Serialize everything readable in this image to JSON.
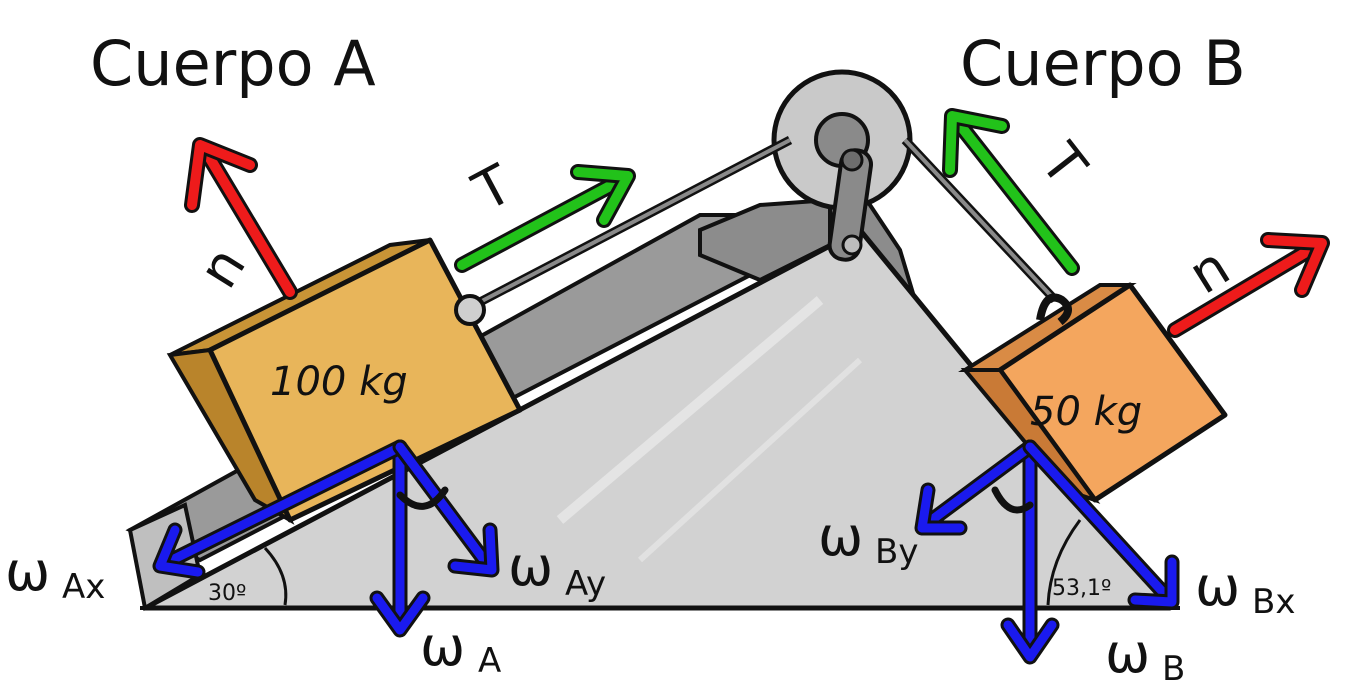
{
  "body_a": {
    "title": "Cuerpo A",
    "mass": "100 kg",
    "angle": "30º"
  },
  "body_b": {
    "title": "Cuerpo B",
    "mass": "50 kg",
    "angle": "53,1º"
  },
  "labels": {
    "tension": "T",
    "normal": "n",
    "weight": "ω",
    "sub_a": "A",
    "sub_ax": "Ax",
    "sub_ay": "Ay",
    "sub_b": "B",
    "sub_bx": "Bx",
    "sub_by": "By"
  },
  "colors": {
    "tension_arrow": "#22c21a",
    "normal_arrow": "#ee1b1b",
    "weight_arrow": "#1a1aee",
    "block_a": "#e8b55a",
    "block_b": "#f4a65e",
    "ramp": "#d2d2d2"
  }
}
